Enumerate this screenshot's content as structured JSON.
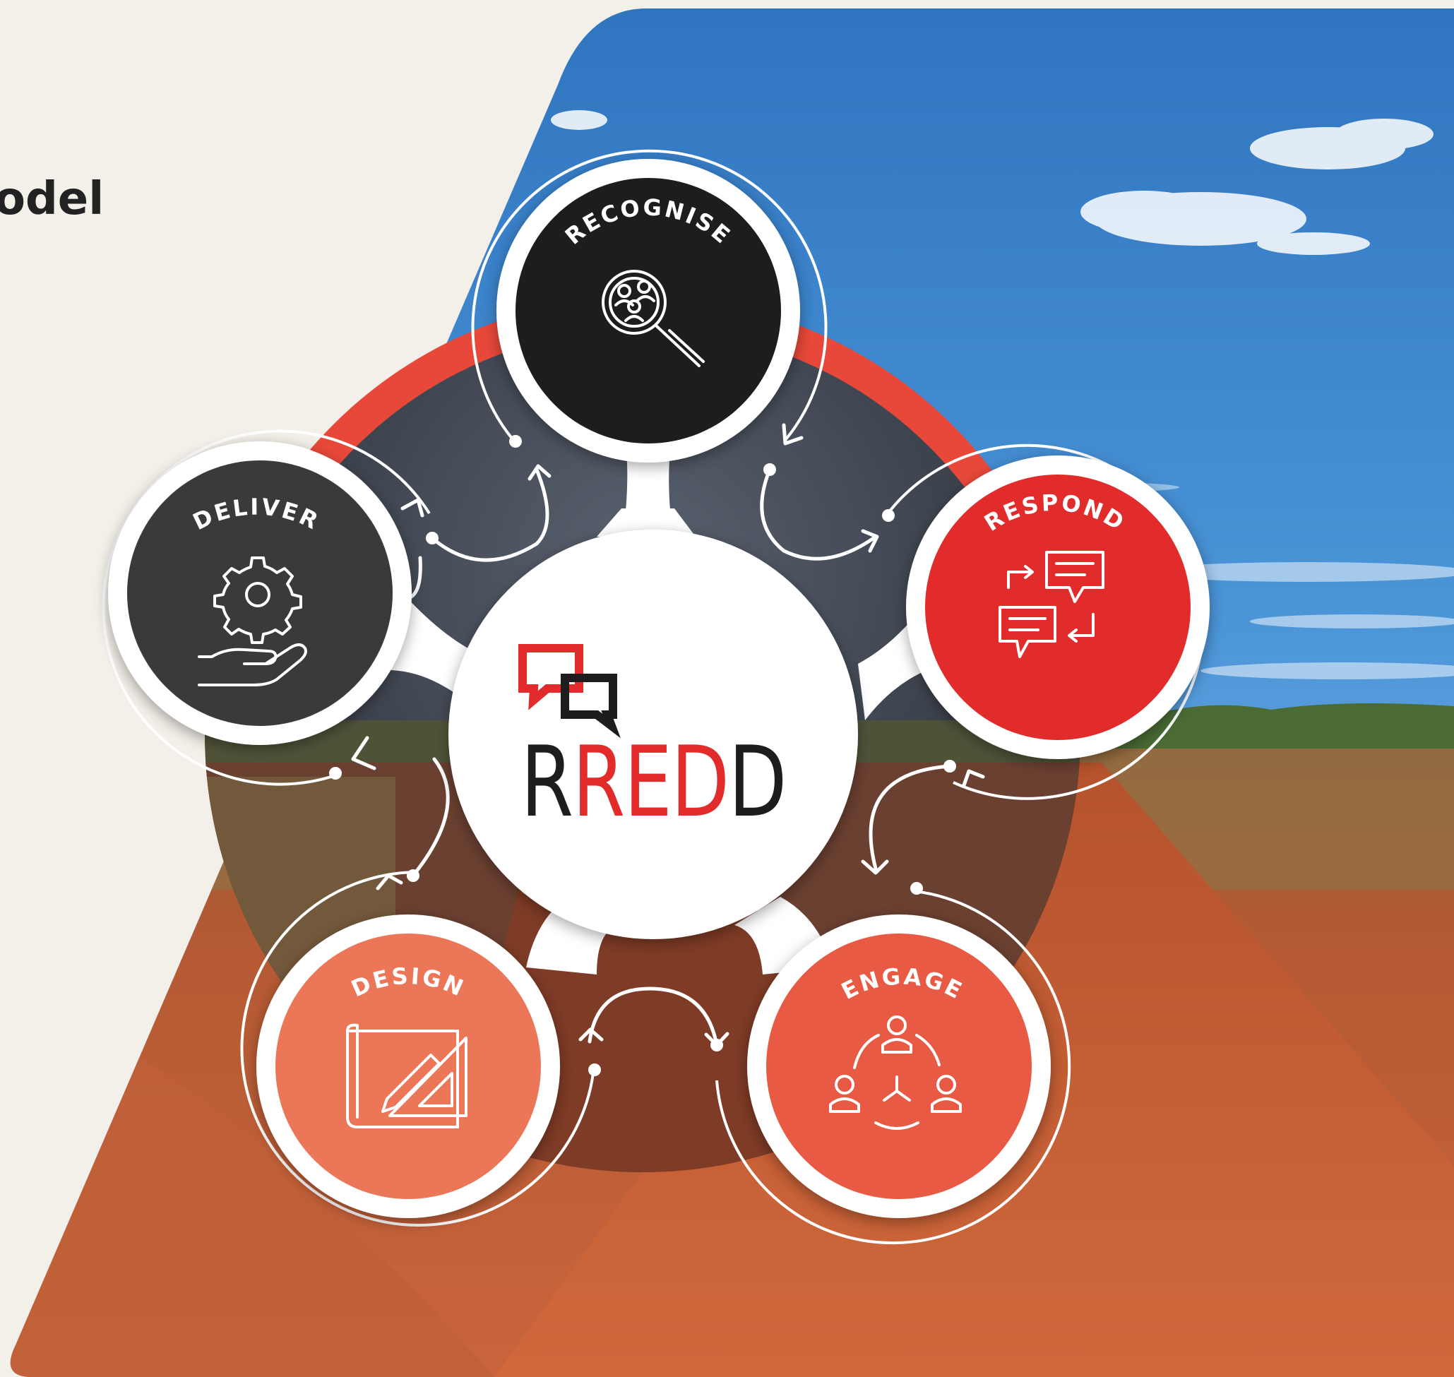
{
  "page": {
    "title_fragment": "odel"
  },
  "logo": {
    "letter_r": "R",
    "letters_red": "RED",
    "letter_d": "D"
  },
  "stages": [
    {
      "key": "recognise",
      "label": "RECOGNISE",
      "color": "#1e1c1d",
      "icon": "magnifier-people-icon"
    },
    {
      "key": "respond",
      "label": "RESPOND",
      "color": "#e22b2b",
      "icon": "chat-exchange-icon"
    },
    {
      "key": "engage",
      "label": "ENGAGE",
      "color": "#e85a44",
      "icon": "people-cycle-icon"
    },
    {
      "key": "design",
      "label": "DESIGN",
      "color": "#ec7658",
      "icon": "blueprint-pencil-icon"
    },
    {
      "key": "deliver",
      "label": "DELIVER",
      "color": "#3b393a",
      "icon": "gear-hand-icon"
    }
  ],
  "colors": {
    "background": "#f3efe9",
    "ring": "#e8483a",
    "accent_red": "#e22b2b",
    "dark": "#1e1c1d",
    "sky": "#3f86d0",
    "ground": "#b45a34"
  }
}
